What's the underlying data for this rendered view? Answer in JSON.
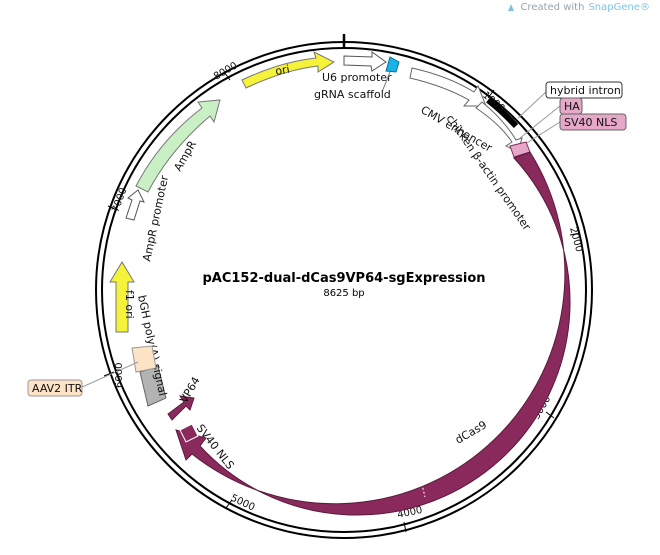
{
  "watermark": {
    "prefix": "Created with",
    "brand": "SnapGene",
    "mark": "®"
  },
  "plasmid": {
    "name": "pAC152-dual-dCas9VP64-sgExpression",
    "size_label": "8625 bp"
  },
  "ticks": [
    "1000",
    "2000",
    "3000",
    "4000",
    "5000",
    "7000",
    "8000"
  ],
  "features": [
    {
      "id": "ori-top",
      "label": "ori",
      "color": "#f5f23a"
    },
    {
      "id": "u6",
      "label": "U6 promoter",
      "color": "#ffffff"
    },
    {
      "id": "grna",
      "label": "gRNA scaffold",
      "color": "#19b3e6"
    },
    {
      "id": "cmv",
      "label": "CMV enhancer",
      "color": "#ffffff"
    },
    {
      "id": "cba",
      "label": "chicken β-actin promoter",
      "color": "#ffffff"
    },
    {
      "id": "hybrid-intron",
      "label": "hybrid intron",
      "color": "#ffffff"
    },
    {
      "id": "ha",
      "label": "HA",
      "color": "#e6a8c8"
    },
    {
      "id": "sv40nls-top",
      "label": "SV40 NLS",
      "color": "#e6a8c8"
    },
    {
      "id": "dcas9",
      "label": "dCas9",
      "color": "#8a2a5c"
    },
    {
      "id": "sv40nls-bottom",
      "label": "SV40 NLS",
      "color": "#8a2a5c"
    },
    {
      "id": "vp64",
      "label": "VP64",
      "color": "#8a2a5c"
    },
    {
      "id": "bgh",
      "label": "bGH poly(A) signal",
      "color": "#b3b3b3"
    },
    {
      "id": "aav2-itr",
      "label": "AAV2 ITR",
      "color": "#fde3c6"
    },
    {
      "id": "f1ori",
      "label": "f1 ori",
      "color": "#f5f23a"
    },
    {
      "id": "ampr-promoter",
      "label": "AmpR promoter",
      "color": "#ffffff"
    },
    {
      "id": "ampr",
      "label": "AmpR",
      "color": "#c9f0c5"
    }
  ]
}
